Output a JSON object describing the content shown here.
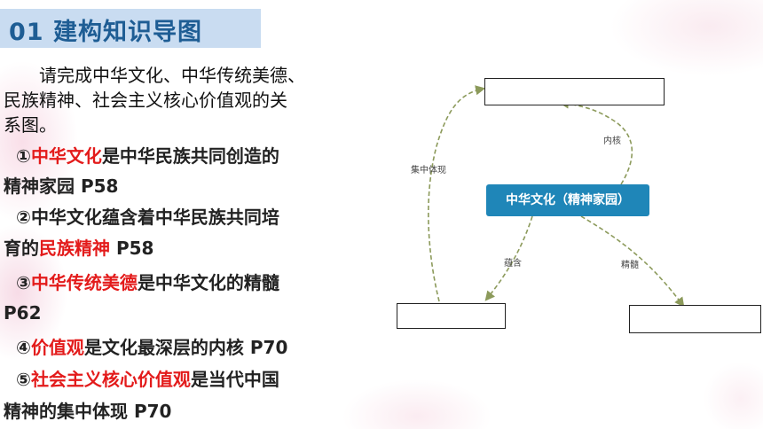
{
  "title": "01 建构知识导图",
  "intro_lines": [
    "　　请完成中华文化、中华传统美德、",
    "民族精神、社会主义核心价值观的关",
    "系图。"
  ],
  "items": [
    {
      "prefix": "①",
      "highlight": "中华文化",
      "rest": "是中华民族共同创造的"
    },
    {
      "prefix": "",
      "highlight": "",
      "rest": "精神家园  P58"
    },
    {
      "prefix": "②",
      "highlight": "",
      "rest": "中华文化蕴含着中华民族共同培"
    },
    {
      "prefix": "",
      "highlight": "",
      "rest": "育的",
      "highlight2": "民族精神",
      "rest2": "  P58"
    },
    {
      "prefix": "③",
      "highlight": "中华传统美德",
      "rest": "是中华文化的精髓"
    },
    {
      "prefix": "",
      "highlight": "",
      "rest": "P62"
    },
    {
      "prefix": "④",
      "highlight": "价值观",
      "rest": "是文化最深层的内核  P70"
    },
    {
      "prefix": "⑤",
      "highlight": "社会主义核心价值观",
      "rest": "是当代中国"
    },
    {
      "prefix": "",
      "highlight": "",
      "rest": "精神的集中体现  P70"
    }
  ],
  "diagram": {
    "center_node": "中华文化（精神家园）",
    "edge_labels": {
      "core": "内核",
      "concentrated": "集中体现",
      "contains": "蕴含",
      "essence": "精髓"
    },
    "colors": {
      "node_fill": "#1f86b8",
      "arrow": "#8c9a5b",
      "highlight_text": "#e31b1b",
      "title_text": "#1e5d94",
      "title_bar": "#c9dcf1"
    }
  }
}
